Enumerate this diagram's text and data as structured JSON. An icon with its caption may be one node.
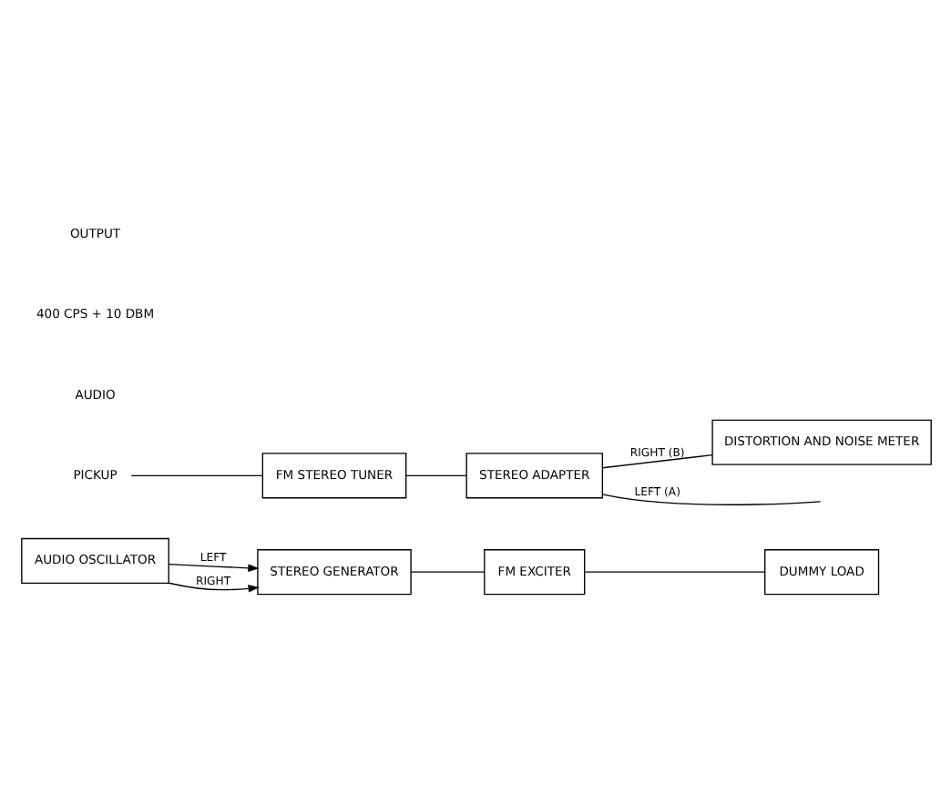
{
  "diagram": {
    "nodes": [
      {
        "text": [
          "STEREO GENERATOR"
        ]
      },
      {
        "text": [
          "FM EXCITER"
        ]
      },
      {
        "text": [
          "DUMMY LOAD"
        ]
      },
      {
        "text": [
          "AUDIO OSCILLATOR"
        ]
      },
      {
        "text": [
          "FM STEREO TUNER"
        ]
      },
      {
        "text": [
          "STEREO ADAPTER"
        ]
      },
      {
        "text": [
          "DISTORTION AND NOISE METER"
        ]
      },
      {
        "text": [
          "PICKUP"
        ]
      }
    ],
    "edges": [
      {
        "from": 3,
        "to": 0,
        "arrow": "to",
        "label": "LEFT"
      },
      {
        "from": 3,
        "to": 0,
        "arrow": "to",
        "label": "RIGHT"
      },
      {
        "from": 0,
        "to": 1,
        "arrow": "none"
      },
      {
        "from": 1,
        "to": 2,
        "arrow": "none"
      },
      {
        "from": 7,
        "to": 4,
        "arrow": "none"
      },
      {
        "from": 4,
        "to": 5,
        "arrow": "none"
      },
      {
        "from": 5,
        "to": null,
        "arrow": "none",
        "label": "LEFT (A)"
      },
      {
        "from": 5,
        "to": 6,
        "arrow": "none",
        "label": "RIGHT (B)"
      }
    ],
    "labels": [
      "AUDIO",
      "400 CPS + 10 DBM",
      "OUTPUT"
    ]
  }
}
